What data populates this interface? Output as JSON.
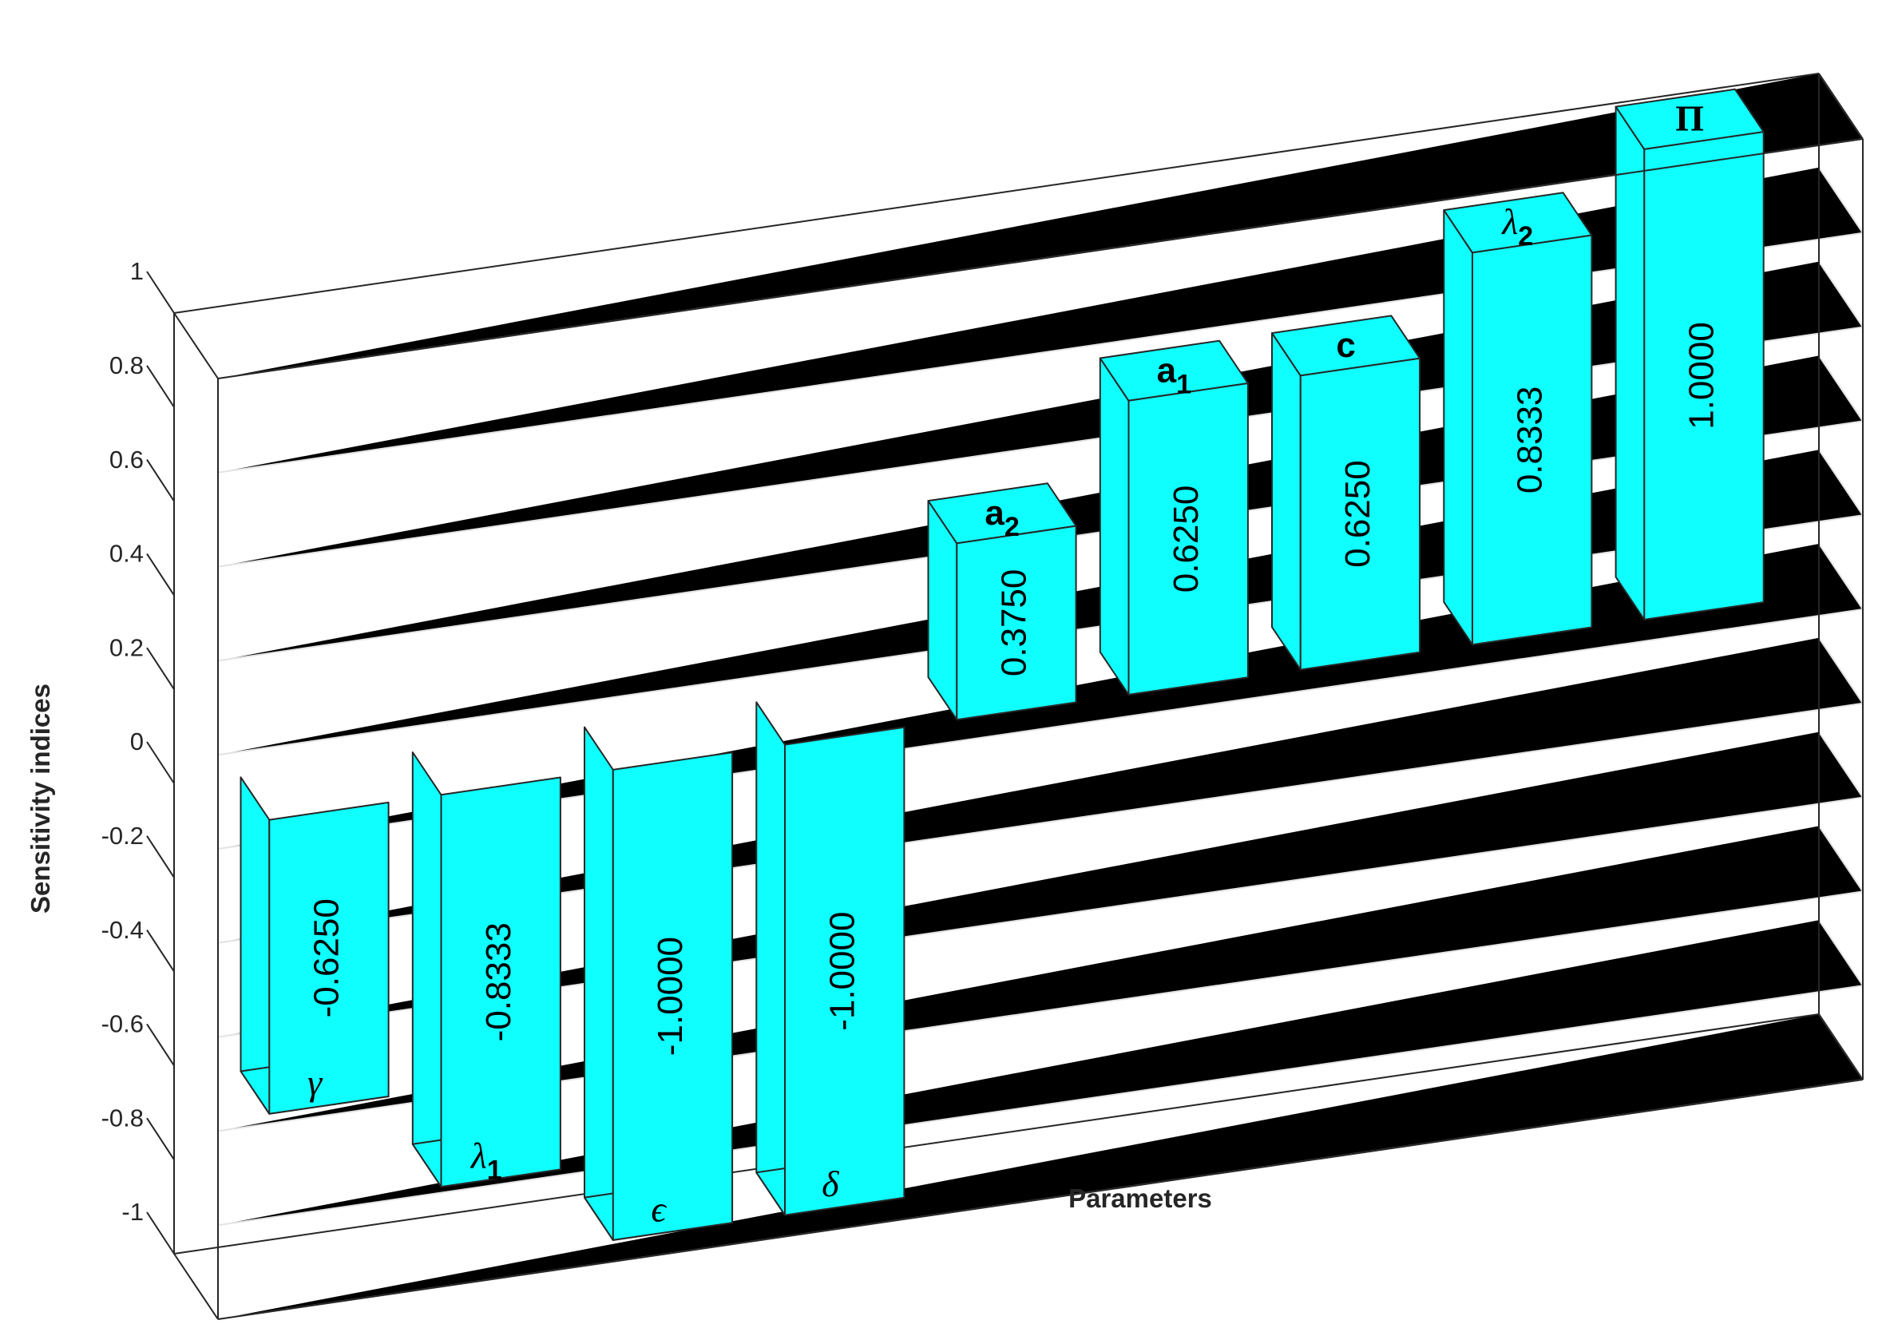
{
  "chart_data": {
    "type": "bar",
    "categories": [
      {
        "main": "γ",
        "sub": "",
        "style": "greek"
      },
      {
        "main": "λ",
        "sub": "1",
        "style": "greek"
      },
      {
        "main": "ϵ",
        "sub": "",
        "style": "greek"
      },
      {
        "main": "δ",
        "sub": "",
        "style": "greek"
      },
      {
        "main": "a",
        "sub": "2",
        "style": "latin"
      },
      {
        "main": "a",
        "sub": "1",
        "style": "latin"
      },
      {
        "main": "c",
        "sub": "",
        "style": "latin"
      },
      {
        "main": "λ",
        "sub": "2",
        "style": "greek"
      },
      {
        "main": "Π",
        "sub": "",
        "style": "greek-up"
      }
    ],
    "values": [
      -0.625,
      -0.8333,
      -1.0,
      -1.0,
      0.375,
      0.625,
      0.625,
      0.8333,
      1.0
    ],
    "value_labels": [
      "-0.6250",
      "-0.8333",
      "-1.0000",
      "-1.0000",
      "0.3750",
      "0.6250",
      "0.6250",
      "0.8333",
      "1.0000"
    ],
    "xlabel": "Parameters",
    "ylabel": "Sensitivity indices",
    "ylim": [
      -1,
      1
    ],
    "yticks": [
      -1,
      -0.8,
      -0.6,
      -0.4,
      -0.2,
      0,
      0.2,
      0.4,
      0.6,
      0.8,
      1
    ],
    "ytick_labels": [
      "-1",
      "-0.8",
      "-0.6",
      "-0.4",
      "-0.2",
      "0",
      "0.2",
      "0.4",
      "0.6",
      "0.8",
      "1"
    ],
    "bar_color": "#0fffff",
    "edge_color": "#262626",
    "grid": true,
    "view": "3d"
  }
}
